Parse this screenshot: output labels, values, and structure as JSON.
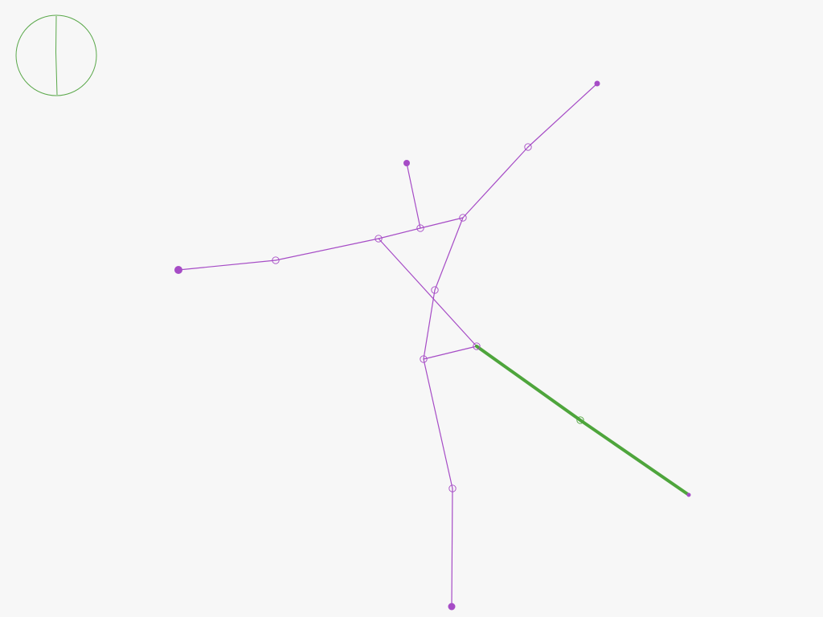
{
  "colors": {
    "background": "#f7f7f7",
    "graph": "#a64cc6",
    "highlight": "#4ea53c",
    "compass": "#5aa84a"
  },
  "compass": {
    "icon": "compass-icon"
  },
  "graph": {
    "nodes": [
      {
        "id": "tip-north-east",
        "kind": "terminal"
      },
      {
        "id": "mid-north-east",
        "kind": "junction"
      },
      {
        "id": "tip-top",
        "kind": "terminal"
      },
      {
        "id": "hub-top-right",
        "kind": "junction"
      },
      {
        "id": "hub-top-mid",
        "kind": "junction"
      },
      {
        "id": "hub-top-left",
        "kind": "junction"
      },
      {
        "id": "mid-west",
        "kind": "junction"
      },
      {
        "id": "tip-west",
        "kind": "terminal"
      },
      {
        "id": "hub-center",
        "kind": "junction"
      },
      {
        "id": "hub-right",
        "kind": "junction"
      },
      {
        "id": "hub-low-left",
        "kind": "junction"
      },
      {
        "id": "mid-south",
        "kind": "junction"
      },
      {
        "id": "tip-south",
        "kind": "terminal"
      },
      {
        "id": "mid-south-east",
        "kind": "junction"
      },
      {
        "id": "tip-south-east",
        "kind": "terminal"
      }
    ],
    "edges": [
      {
        "from": "tip-north-east",
        "to": "mid-north-east",
        "highlight": false
      },
      {
        "from": "mid-north-east",
        "to": "hub-top-right",
        "highlight": false
      },
      {
        "from": "tip-top",
        "to": "hub-top-mid",
        "highlight": false
      },
      {
        "from": "hub-top-right",
        "to": "hub-top-mid",
        "highlight": false
      },
      {
        "from": "hub-top-mid",
        "to": "hub-top-left",
        "highlight": false
      },
      {
        "from": "hub-top-left",
        "to": "mid-west",
        "highlight": false
      },
      {
        "from": "mid-west",
        "to": "tip-west",
        "highlight": false
      },
      {
        "from": "hub-top-right",
        "to": "hub-center",
        "highlight": false
      },
      {
        "from": "hub-top-left",
        "to": "hub-right",
        "highlight": false
      },
      {
        "from": "hub-center",
        "to": "hub-low-left",
        "highlight": false
      },
      {
        "from": "hub-low-left",
        "to": "hub-right",
        "highlight": false
      },
      {
        "from": "hub-low-left",
        "to": "mid-south",
        "highlight": false
      },
      {
        "from": "mid-south",
        "to": "tip-south",
        "highlight": false
      },
      {
        "from": "hub-right",
        "to": "mid-south-east",
        "highlight": true
      },
      {
        "from": "mid-south-east",
        "to": "tip-south-east",
        "highlight": true
      }
    ]
  }
}
